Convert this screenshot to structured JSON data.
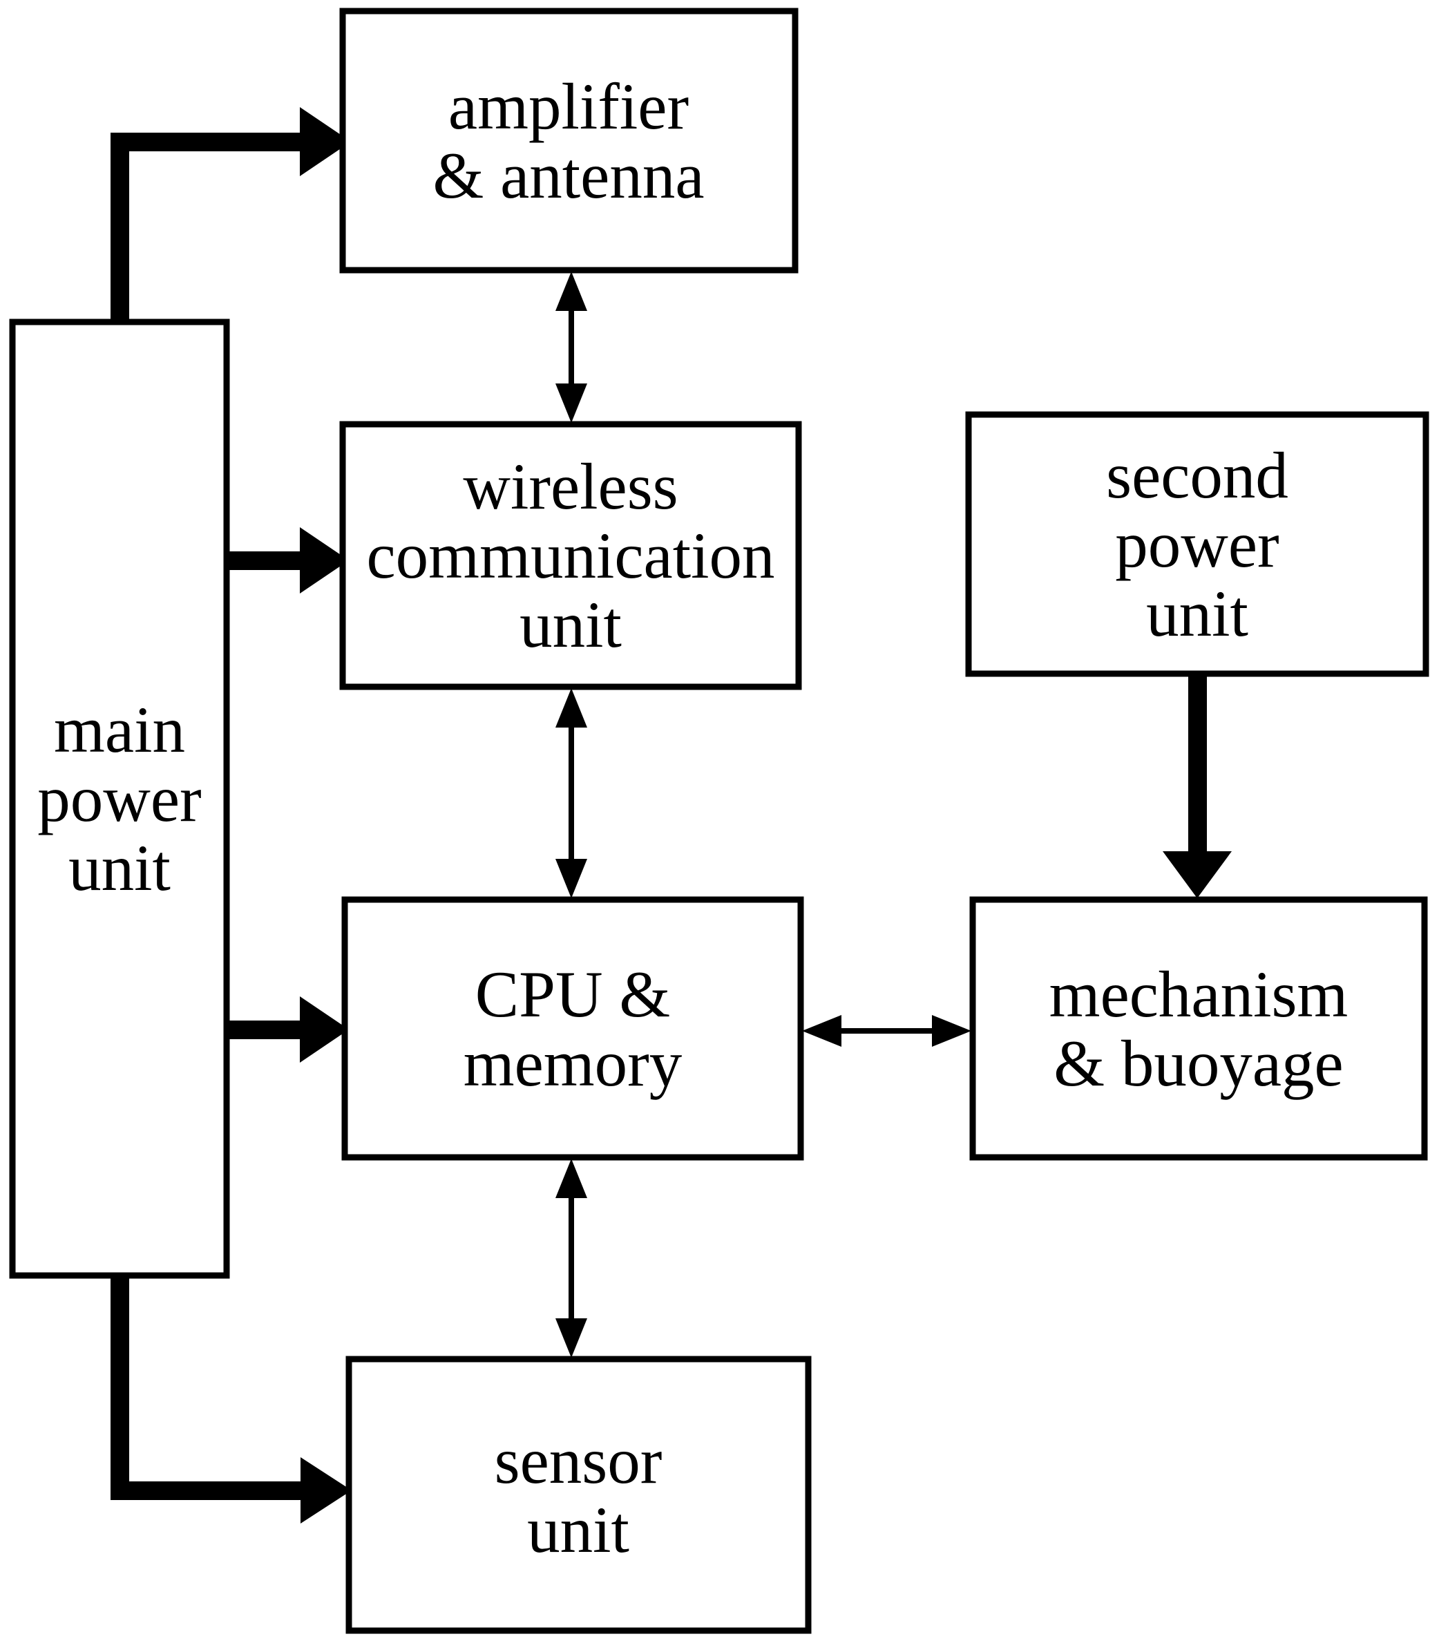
{
  "diagram": {
    "type": "block-diagram",
    "colors": {
      "foreground": "#000000",
      "background": "#ffffff"
    },
    "boxes": {
      "amplifier": {
        "lines": [
          "amplifier",
          "& antenna"
        ]
      },
      "main_power": {
        "lines": [
          "main",
          "power",
          "unit"
        ]
      },
      "wireless": {
        "lines": [
          "wireless",
          "communication",
          "unit"
        ]
      },
      "second_power": {
        "lines": [
          "second",
          "power",
          "unit"
        ]
      },
      "cpu": {
        "lines": [
          "CPU &",
          "memory"
        ]
      },
      "mechanism": {
        "lines": [
          "mechanism",
          "& buoyage"
        ]
      },
      "sensor": {
        "lines": [
          "sensor",
          "unit"
        ]
      }
    },
    "connections": [
      {
        "from": "main power unit",
        "to": "amplifier & antenna",
        "style": "thick",
        "direction": "one-way"
      },
      {
        "from": "main power unit",
        "to": "wireless communication unit",
        "style": "thick",
        "direction": "one-way"
      },
      {
        "from": "main power unit",
        "to": "CPU & memory",
        "style": "thick",
        "direction": "one-way"
      },
      {
        "from": "main power unit",
        "to": "sensor unit",
        "style": "thick",
        "direction": "one-way"
      },
      {
        "from": "second power unit",
        "to": "mechanism & buoyage",
        "style": "thick",
        "direction": "one-way"
      },
      {
        "from": "amplifier & antenna",
        "to": "wireless communication unit",
        "style": "thin",
        "direction": "two-way"
      },
      {
        "from": "wireless communication unit",
        "to": "CPU & memory",
        "style": "thin",
        "direction": "two-way"
      },
      {
        "from": "CPU & memory",
        "to": "sensor unit",
        "style": "thin",
        "direction": "two-way"
      },
      {
        "from": "CPU & memory",
        "to": "mechanism & buoyage",
        "style": "thin",
        "direction": "two-way"
      }
    ]
  }
}
